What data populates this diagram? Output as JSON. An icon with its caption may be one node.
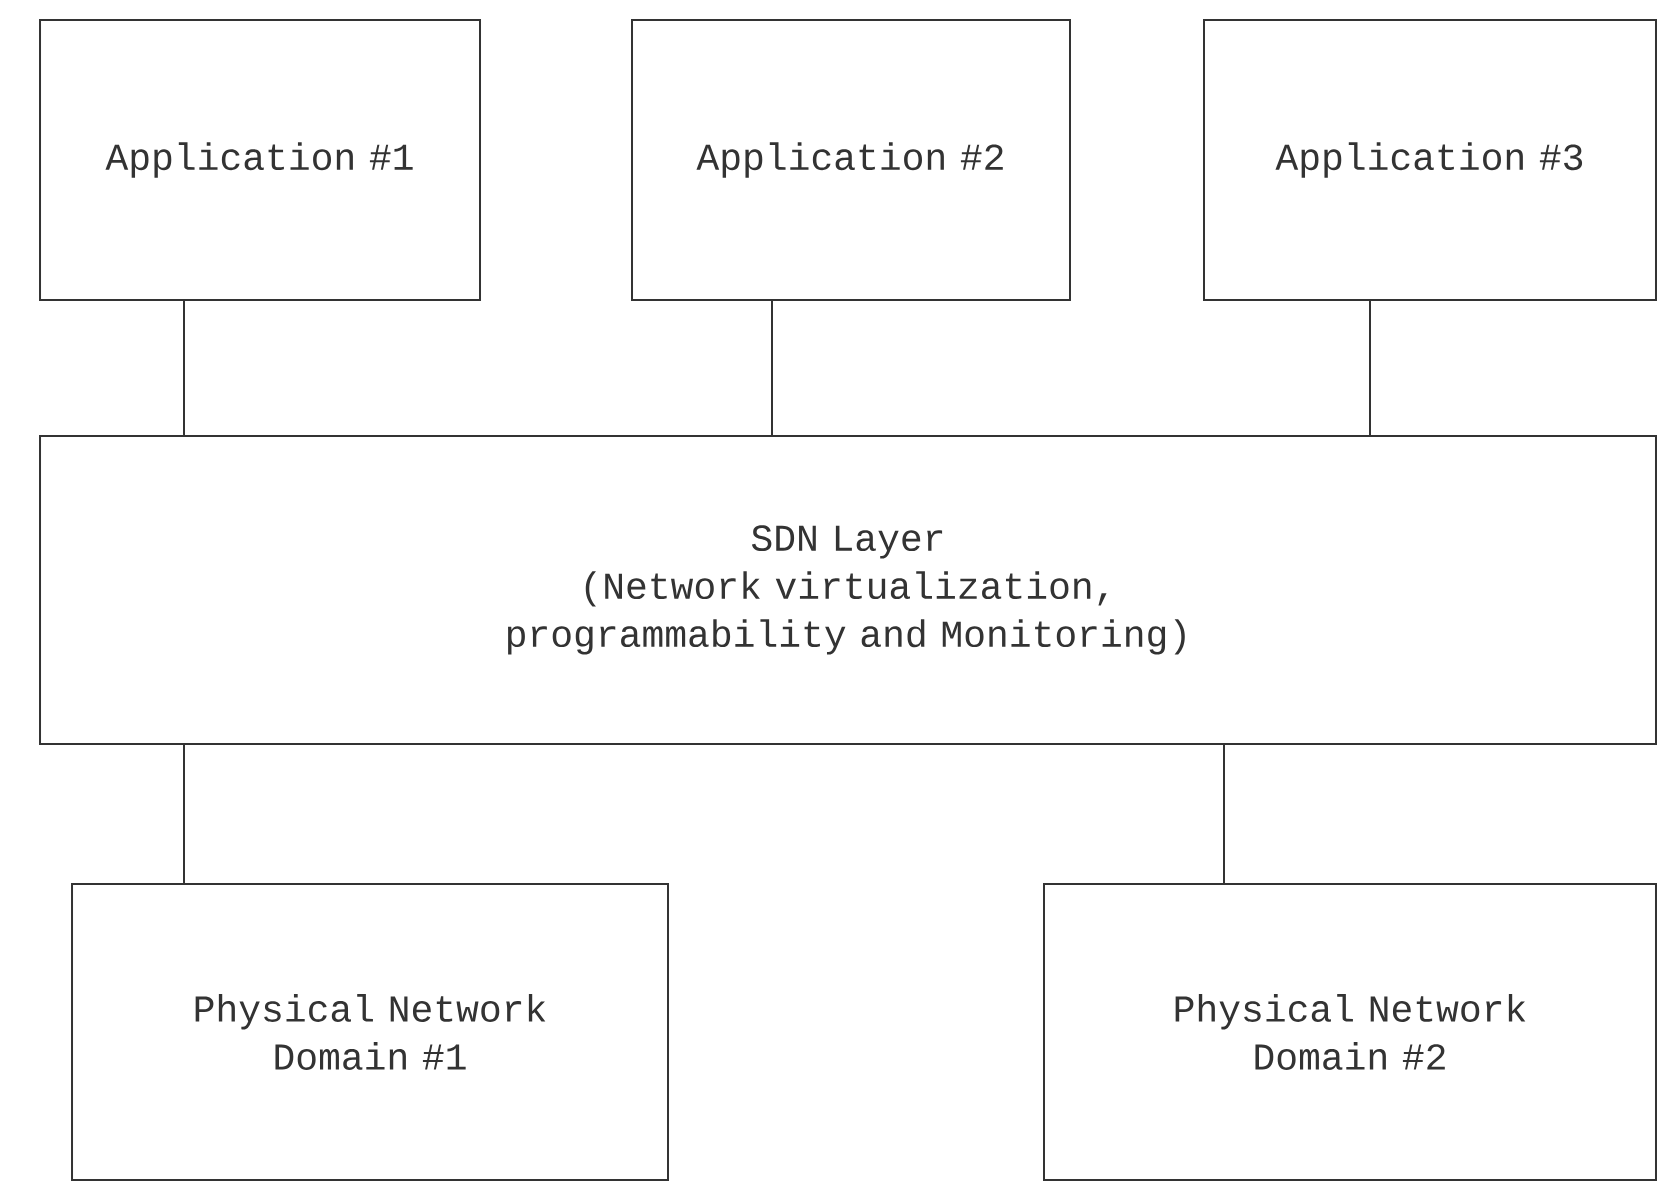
{
  "diagram": {
    "nodes": [
      {
        "text": [
          "Application #1"
        ]
      },
      {
        "text": [
          "Application #2"
        ]
      },
      {
        "text": [
          "Application #3"
        ]
      },
      {
        "text": [
          "SDN Layer",
          "(Network virtualization, programmability and Monitoring)"
        ]
      },
      {
        "text": [
          "Physical Network Domain #1"
        ]
      },
      {
        "text": [
          "Physical Network Domain #2"
        ]
      }
    ],
    "edges": [
      {
        "from": 0,
        "to": 3,
        "arrow": "none"
      },
      {
        "from": 1,
        "to": 3,
        "arrow": "none"
      },
      {
        "from": 2,
        "to": 3,
        "arrow": "none"
      },
      {
        "from": 3,
        "to": 4,
        "arrow": "none"
      },
      {
        "from": 3,
        "to": 5,
        "arrow": "none"
      }
    ]
  }
}
